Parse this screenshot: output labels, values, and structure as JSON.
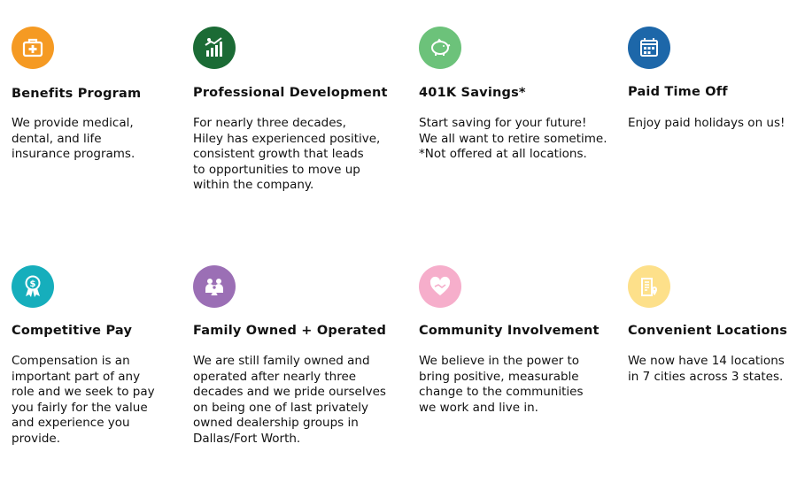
{
  "colors": {
    "orange": "#f59a23",
    "dark_green": "#1b6b35",
    "light_green": "#6cc27a",
    "blue": "#1d67a9",
    "teal": "#16aebc",
    "purple": "#9b6fb5",
    "pink": "#f6aecb",
    "yellow": "#fde08a"
  },
  "benefits": [
    {
      "icon": "first-aid-kit-icon",
      "title": "Benefits Program",
      "desc": "We provide medical,\ndental, and life\ninsurance programs."
    },
    {
      "icon": "growth-chart-icon",
      "title": "Professional Development",
      "desc": "For nearly three decades,\nHiley has experienced positive,\nconsistent growth that leads\nto opportunities to move up\nwithin the company."
    },
    {
      "icon": "piggy-bank-icon",
      "title": "401K Savings*",
      "desc": "Start saving for your future!\nWe all want to retire sometime.\n*Not offered at all locations."
    },
    {
      "icon": "calendar-icon",
      "title": "Paid Time Off",
      "desc": "Enjoy paid holidays on us!"
    },
    {
      "icon": "award-ribbon-dollar-icon",
      "title": "Competitive Pay",
      "desc": "Compensation is an\nimportant part of any\nrole and we seek to pay\nyou fairly for the value\nand experience you\nprovide."
    },
    {
      "icon": "family-icon",
      "title": "Family Owned + Operated",
      "desc": "We are still family owned and\noperated after nearly three\ndecades and we pride ourselves\non being one of last privately\nowned dealership groups in\nDallas/Fort Worth."
    },
    {
      "icon": "heart-handshake-icon",
      "title": "Community Involvement",
      "desc": "We believe in the power to\nbring positive, measurable\nchange to the communities\nwe work and live in."
    },
    {
      "icon": "building-location-icon",
      "title": "Convenient Locations",
      "desc": "We now have 14 locations\nin 7 cities across 3 states."
    }
  ]
}
